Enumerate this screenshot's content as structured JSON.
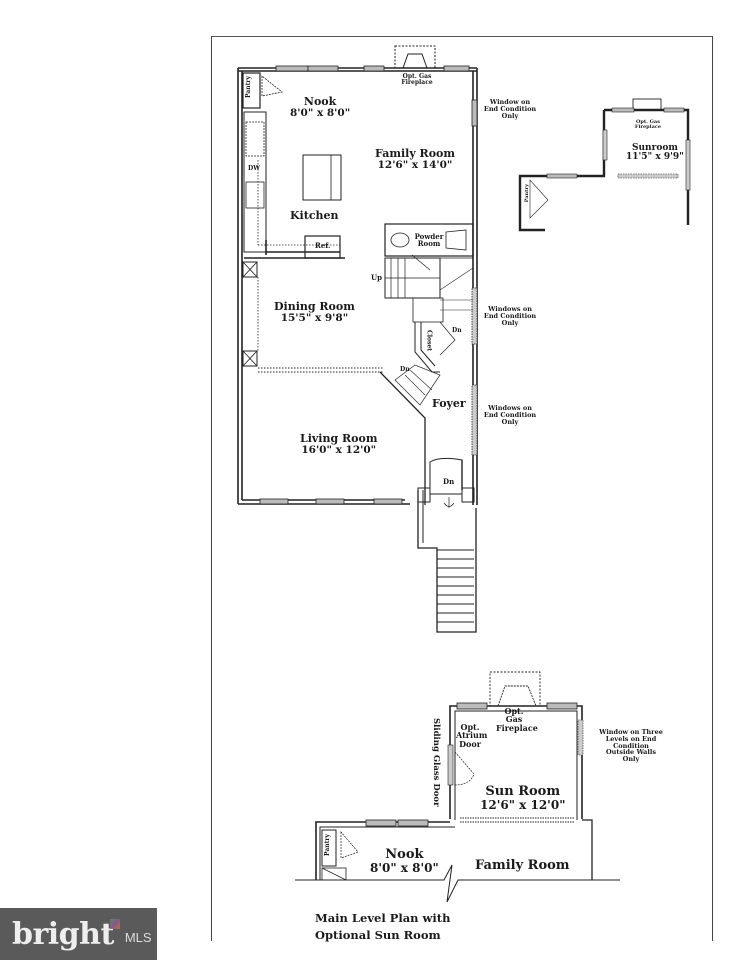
{
  "document": {
    "caption_line1": "Main Level Plan with",
    "caption_line2": "Optional Sun Room"
  },
  "main_plan": {
    "rooms": {
      "nook": {
        "name": "Nook",
        "dim": "8'0\" x 8'0\""
      },
      "family_room": {
        "name": "Family Room",
        "dim": "12'6\" x 14'0\""
      },
      "kitchen": {
        "name": "Kitchen"
      },
      "dining_room": {
        "name": "Dining Room",
        "dim": "15'5\" x 9'8\""
      },
      "living_room": {
        "name": "Living Room",
        "dim": "16'0\" x 12'0\""
      },
      "foyer": {
        "name": "Foyer"
      },
      "powder_room": {
        "name": "Powder Room"
      }
    },
    "labels": {
      "pantry": "Pantry",
      "dw": "DW",
      "ref": "Ref.",
      "fireplace": "Opt. Gas Fireplace",
      "up": "Up",
      "dn1": "Dn",
      "dn2": "Dn",
      "dn3": "Dn",
      "closet": "Closet"
    },
    "notes": {
      "window_end_1": "Window on End Condition Only",
      "window_end_2": "Windows on End Condition Only",
      "window_end_3": "Windows on End Condition Only"
    }
  },
  "sunroom_inset": {
    "room": {
      "name": "Sunroom",
      "dim": "11'5\" x 9'9\""
    },
    "fireplace": "Opt. Gas Fireplace",
    "pantry": "Pantry"
  },
  "sunroom_option": {
    "sun_room": {
      "name": "Sun Room",
      "dim": "12'6\" x 12'0\""
    },
    "nook": {
      "name": "Nook",
      "dim": "8'0\" x 8'0\""
    },
    "family_room": {
      "name": "Family Room"
    },
    "pantry": "Pantry",
    "fireplace": "Opt. Gas Fireplace",
    "atrium_door": "Opt. Atrium Door",
    "sliding_door": "Sliding Glass Door",
    "window_note": "Window on Three Levels on End Condition Outside Walls Only"
  },
  "watermark": {
    "brand": "bright",
    "suffix": "MLS"
  }
}
